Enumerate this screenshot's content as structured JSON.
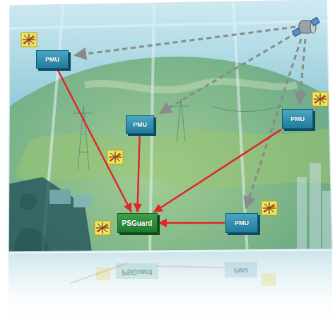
{
  "diagram": {
    "nodes": [
      {
        "text": [
          "PMU"
        ]
      },
      {
        "text": [
          "PMU"
        ]
      },
      {
        "text": [
          "PMU"
        ]
      },
      {
        "text": [
          "PSGuard"
        ]
      },
      {
        "text": [
          "PMU"
        ]
      }
    ],
    "edges": [
      {
        "from": 0,
        "to": 3,
        "arrow": "to"
      },
      {
        "from": 1,
        "to": 3,
        "arrow": "to"
      },
      {
        "from": 2,
        "to": 3,
        "arrow": "to"
      },
      {
        "from": 4,
        "to": 3,
        "arrow": "to"
      }
    ],
    "labels": [
      "PSGuard",
      "PMU"
    ]
  }
}
